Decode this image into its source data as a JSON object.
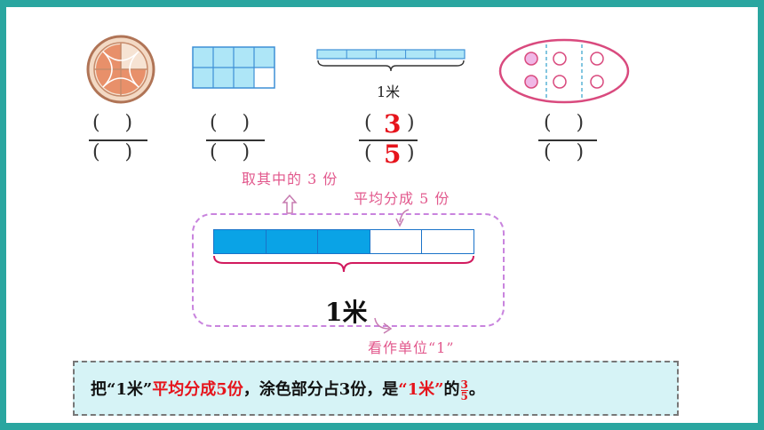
{
  "examples": [
    {
      "paren_top": "(    )",
      "paren_bottom": "(    )"
    },
    {
      "paren_top": "(    )",
      "paren_bottom": "(    )"
    },
    {
      "paren_top": "(",
      "paren_top_r": ")",
      "numerator": "3",
      "paren_bottom": "(",
      "paren_bottom_r": ")",
      "denominator": "5"
    },
    {
      "paren_top": "(    )",
      "paren_bottom": "(    )"
    }
  ],
  "small_bar_label": "1米",
  "main_bar_label": "1米",
  "main_bar": {
    "total_parts": 5,
    "filled_parts": 3,
    "fill_color": "#0aa3e6"
  },
  "small_bar": {
    "total_parts": 5
  },
  "grid": {
    "cols": 4,
    "rows": 2,
    "filled_cells": 7
  },
  "annotations": {
    "take_three": "取其中的 3 份",
    "divide_five": "平均分成 5 份",
    "unit_one": "看作单位“1”"
  },
  "caption": {
    "part1": "把“1米”",
    "part2": "平均分成5份",
    "part3": "，涂色部分占3份，是",
    "part4": "“1米”",
    "part5": "的",
    "frac_num": "3",
    "frac_den": "5",
    "part6": "。"
  },
  "colors": {
    "background": "#2aa6a0",
    "accent_red": "#e6141c",
    "pink": "#e2598d",
    "blue": "#0aa3e6"
  }
}
